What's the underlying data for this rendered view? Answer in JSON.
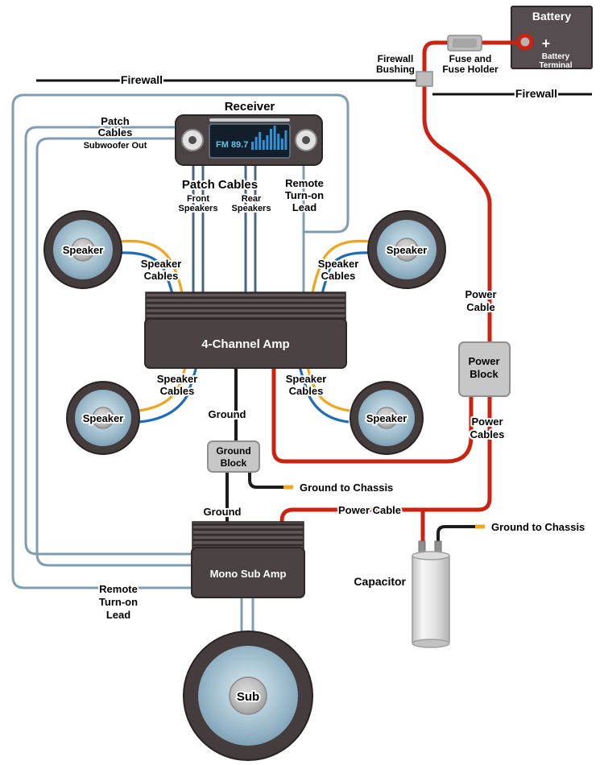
{
  "colors": {
    "power_cable": "#cc2211",
    "ground_wire": "#1c1c1c",
    "speaker_wire_yellow": "#f0a51d",
    "speaker_wire_blue": "#1e6db6",
    "signal_wire": "#7e9db4",
    "chassis_tip_yellow": "#f0a818",
    "amp_body": "#4a4243",
    "display_text": "#5fc4ea"
  },
  "firewall": {
    "left_label": "Firewall",
    "right_label": "Firewall",
    "bushing_label": [
      "Firewall",
      "Bushing"
    ]
  },
  "battery": {
    "title": "Battery",
    "plus": "+",
    "terminal_label": [
      "Battery",
      "Terminal"
    ]
  },
  "fuse": {
    "label": [
      "Fuse and",
      "Fuse Holder"
    ]
  },
  "receiver": {
    "title": "Receiver",
    "display_freq": "FM 89.7"
  },
  "subwoofer_out": {
    "label": [
      "Patch",
      "Cables"
    ],
    "sublabel": "Subwoofer Out"
  },
  "receiver_outputs": {
    "patch_cables": "Patch Cables",
    "front": [
      "Front",
      "Speakers"
    ],
    "rear": [
      "Rear",
      "Speakers"
    ],
    "remote": [
      "Remote",
      "Turn-on",
      "Lead"
    ]
  },
  "speaker_cables": {
    "front_left": [
      "Speaker",
      "Cables"
    ],
    "front_right": [
      "Speaker",
      "Cables"
    ],
    "rear_left": [
      "Speaker",
      "Cables"
    ],
    "rear_right": [
      "Speaker",
      "Cables"
    ]
  },
  "speakers": {
    "front_left": "Speaker",
    "front_right": "Speaker",
    "rear_left": "Speaker",
    "rear_right": "Speaker",
    "sub": "Sub"
  },
  "amps": {
    "four_channel": "4-Channel Amp",
    "mono_sub": "Mono Sub Amp"
  },
  "power": {
    "cable_label": [
      "Power",
      "Cable"
    ],
    "block_label": [
      "Power",
      "Block"
    ],
    "cables_label": [
      "Power",
      "Cables"
    ],
    "bottom_cable_label": "Power Cable"
  },
  "ground": {
    "amp_ground": "Ground",
    "block_label": [
      "Ground",
      "Block"
    ],
    "chassis_1": "Ground to Chassis",
    "mono_ground": "Ground",
    "chassis_2": "Ground to Chassis"
  },
  "capacitor": {
    "label": "Capacitor"
  },
  "remote_bottom": [
    "Remote",
    "Turn-on",
    "Lead"
  ]
}
